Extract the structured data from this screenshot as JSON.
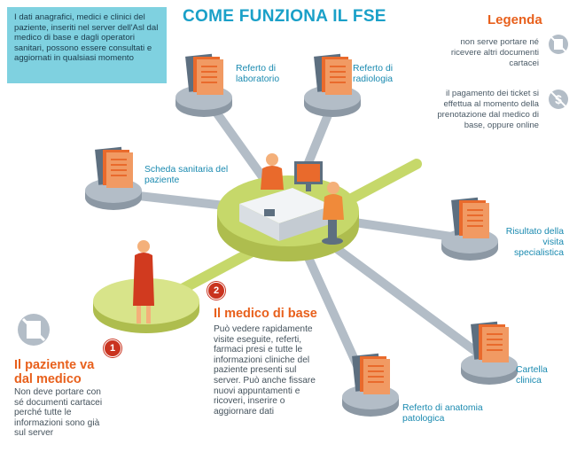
{
  "title": "COME FUNZIONA IL FSE",
  "intro": "I dati anagrafici, medici e clinici del paziente, inseriti nel server dell'Asl dal medico di base e dagli operatori sanitari, possono essere consultati e aggiornati in qualsiasi momento",
  "legend": {
    "title": "Legenda",
    "items": [
      {
        "icon": "no-paper-icon",
        "text": "non serve portare né ricevere altri documenti cartacei"
      },
      {
        "icon": "no-dollar-icon",
        "text": "il pagamento dei ticket si effettua al momento della prenotazione dal medico di base, oppure online"
      }
    ]
  },
  "nodes": [
    {
      "id": "laboratorio",
      "label": "Referto di laboratorio"
    },
    {
      "id": "radiologia",
      "label": "Referto di radiologia"
    },
    {
      "id": "scheda",
      "label": "Scheda sanitaria del paziente"
    },
    {
      "id": "visita",
      "label": "Risultato della visita specialistica"
    },
    {
      "id": "cartella",
      "label": "Cartella clinica"
    },
    {
      "id": "anatomia",
      "label": "Referto di anatomia patologica"
    }
  ],
  "steps": [
    {
      "number": "1",
      "title": "Il paziente va dal medico",
      "text": "Non deve portare con sé documenti cartacei perché tutte le informazioni sono già sul server"
    },
    {
      "number": "2",
      "title": "Il medico di base",
      "text": "Può vedere rapidamente visite eseguite, referti, farmaci presi e tutte le informazioni cliniche del paziente presenti sul server. Può anche fissare nuovi appuntamenti e ricoveri, inserire o aggiornare dati"
    }
  ],
  "colors": {
    "title": "#1aa0c8",
    "accent": "#e8601c",
    "intro_bg": "#7fd1e0",
    "connector": "#b3bdc7",
    "platform": "#c6d86a",
    "folder": "#e96a2c",
    "badge": "#c9331f"
  }
}
